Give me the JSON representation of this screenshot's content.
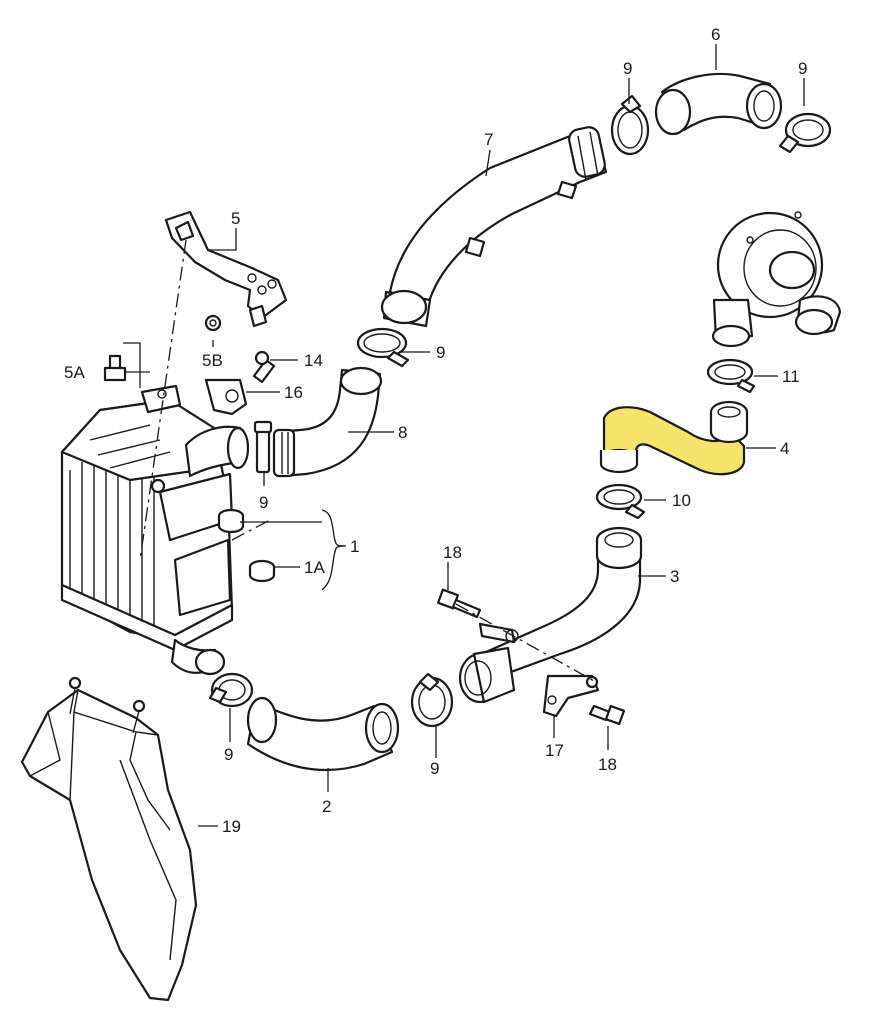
{
  "highlight_color": "#f6e36a",
  "line_color": "#1a1a1a",
  "callouts": {
    "c1": "1",
    "c1A": "1A",
    "c2": "2",
    "c3": "3",
    "c4": "4",
    "c5": "5",
    "c5A": "5A",
    "c5B": "5B",
    "c6": "6",
    "c7": "7",
    "c8": "8",
    "c9": "9",
    "c10": "10",
    "c11": "11",
    "c14": "14",
    "c16": "16",
    "c17": "17",
    "c18": "18",
    "c19": "19"
  },
  "highlighted_part": "4"
}
